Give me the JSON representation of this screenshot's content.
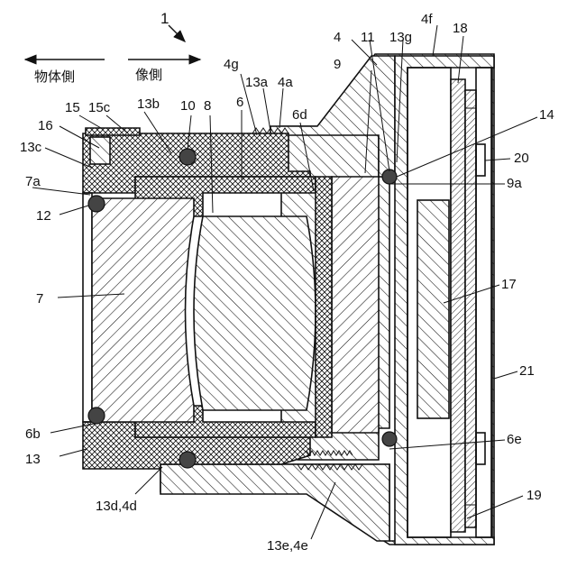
{
  "figure": {
    "number": "1",
    "direction_object": "物体側",
    "direction_image": "像側"
  },
  "labels": {
    "l_4": "4",
    "l_4f": "4f",
    "l_4g": "4g",
    "l_4a": "4a",
    "l_6": "6",
    "l_6b": "6b",
    "l_6d": "6d",
    "l_6e": "6e",
    "l_7": "7",
    "l_7a": "7a",
    "l_8": "8",
    "l_9": "9",
    "l_9a": "9a",
    "l_10": "10",
    "l_11": "11",
    "l_12": "12",
    "l_13": "13",
    "l_13a": "13a",
    "l_13b": "13b",
    "l_13c": "13c",
    "l_13g": "13g",
    "l_13d4d": "13d,4d",
    "l_13e4e": "13e,4e",
    "l_14": "14",
    "l_15": "15",
    "l_15c": "15c",
    "l_16": "16",
    "l_17": "17",
    "l_18": "18",
    "l_19": "19",
    "l_20": "20",
    "l_21": "21"
  }
}
